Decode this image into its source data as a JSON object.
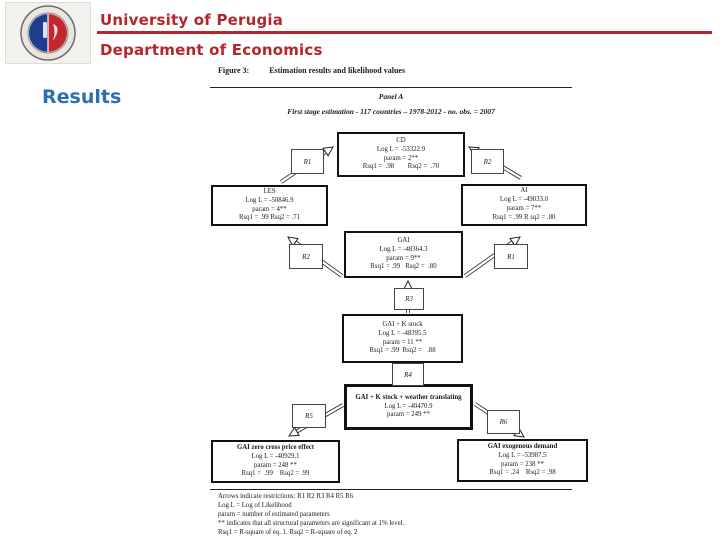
{
  "header": {
    "university": "University of Perugia",
    "department": "Department of Economics",
    "accent_color": "#b5262b"
  },
  "slide": {
    "title": "Results",
    "title_color": "#2b6fb0"
  },
  "figure": {
    "label": "Figure 3:",
    "caption": "Estimation results and likelihood values",
    "panel": "Panel A",
    "subtitle": "First stage estimation - 117 countries – 1978-2012 - no. obs. = 2007"
  },
  "nodes": {
    "cd": {
      "title": "CD",
      "log": "Log L = -53322.9",
      "param": "param = 2**",
      "rsq": "Rsq1 =  .98        Rsq2 =  .70"
    },
    "les": {
      "title": "LES",
      "log": "Log L = -50846.9",
      "param": "param = 4**",
      "rsq": "Rsq1 = .99 Rsq2 = .71"
    },
    "ai": {
      "title": "AI",
      "log": "Log L = -49033.0",
      "param": "param = 7**",
      "rsq": "Rsq1 = .99 R sq2 = .80"
    },
    "gai": {
      "title": "GAI",
      "log": "Log L = -48364.3",
      "param": "param = 9**",
      "rsq": "Rsq1 = .99   Rsq2 =  .80"
    },
    "gai_k": {
      "title": "GAI + K stock",
      "log": "Log L = -48395.5",
      "param": "param = 11 **",
      "rsq": "Rsq1 = .99  Rsq2 =   .88"
    },
    "gai_kw": {
      "title": "GAI + K stock + weather translating",
      "log": "Log L = -40470.9",
      "param": "param = 249 **"
    },
    "gai_zero": {
      "title": "GAI zero cross price effect",
      "log": "Log L = -40929.1",
      "param": "param = 248 **",
      "rsq": "Rsq1 =  .99    Rsq2 = .99"
    },
    "gai_exog": {
      "title": "GAI exogenous demand",
      "log": "Log L = -53987.5",
      "param": "param = 238 **",
      "rsq": "Rsq1 = .24    Rsq2 = .98"
    }
  },
  "restrictions": {
    "r1": "R1",
    "r2": "R2",
    "r3": "R3",
    "r4": "R4",
    "r5": "R5",
    "r6": "R6"
  },
  "footnotes": {
    "line1": "Arrows indicate restrictions: R1 R2 R3 R4 R5 R6",
    "line2": "Log L = Log of Likelihood",
    "line3": "param = number of estimated parameters",
    "line4": "** indicates that all structural parameters are significant at 1% level.",
    "line5": "Rsq1 = R-square of eq. 1. Rsq2 = R-square of eq. 2"
  }
}
